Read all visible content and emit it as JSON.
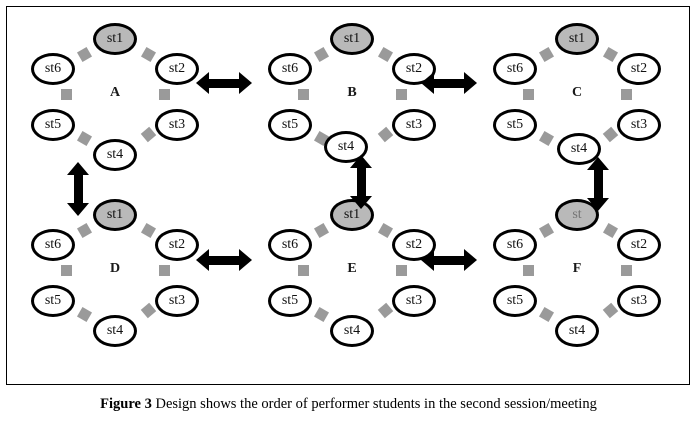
{
  "figure": {
    "caption_bold": "Figure 3",
    "caption_rest": " Design shows the order of performer students in the second session/meeting",
    "border_color": "#000000",
    "background": "#ffffff"
  },
  "colors": {
    "node_fill": "#ffffff",
    "node_shaded_fill": "#b9b9b9",
    "node_stroke": "#000000",
    "connector_gray": "#9a9a9a",
    "arrow_black": "#000000"
  },
  "groups": [
    {
      "id": "A",
      "label": "A",
      "nodes": [
        {
          "slot": "st1",
          "label": "st1",
          "shaded": true
        },
        {
          "slot": "st2",
          "label": "st2",
          "shaded": false
        },
        {
          "slot": "st3",
          "label": "st3",
          "shaded": false
        },
        {
          "slot": "st4",
          "label": "st4",
          "shaded": false
        },
        {
          "slot": "st5",
          "label": "st5",
          "shaded": false
        },
        {
          "slot": "st6",
          "label": "st6",
          "shaded": false
        }
      ]
    },
    {
      "id": "B",
      "label": "B",
      "nodes": [
        {
          "slot": "st1",
          "label": "st1",
          "shaded": true
        },
        {
          "slot": "st2",
          "label": "st2",
          "shaded": false
        },
        {
          "slot": "st3",
          "label": "st3",
          "shaded": false
        },
        {
          "slot": "st4",
          "label": "st4",
          "shaded": false
        },
        {
          "slot": "st5",
          "label": "st5",
          "shaded": false
        },
        {
          "slot": "st6",
          "label": "st6",
          "shaded": false
        }
      ]
    },
    {
      "id": "C",
      "label": "C",
      "nodes": [
        {
          "slot": "st1",
          "label": "st1",
          "shaded": true
        },
        {
          "slot": "st2",
          "label": "st2",
          "shaded": false
        },
        {
          "slot": "st3",
          "label": "st3",
          "shaded": false
        },
        {
          "slot": "st4",
          "label": "st4",
          "shaded": false
        },
        {
          "slot": "st5",
          "label": "st5",
          "shaded": false
        },
        {
          "slot": "st6",
          "label": "st6",
          "shaded": false
        }
      ]
    },
    {
      "id": "D",
      "label": "D",
      "nodes": [
        {
          "slot": "st1",
          "label": "st1",
          "shaded": true
        },
        {
          "slot": "st2",
          "label": "st2",
          "shaded": false
        },
        {
          "slot": "st3",
          "label": "st3",
          "shaded": false
        },
        {
          "slot": "st4",
          "label": "st4",
          "shaded": false
        },
        {
          "slot": "st5",
          "label": "st5",
          "shaded": false
        },
        {
          "slot": "st6",
          "label": "st6",
          "shaded": false
        }
      ]
    },
    {
      "id": "E",
      "label": "E",
      "nodes": [
        {
          "slot": "st1",
          "label": "st1",
          "shaded": true
        },
        {
          "slot": "st2",
          "label": "st2",
          "shaded": false
        },
        {
          "slot": "st3",
          "label": "st3",
          "shaded": false
        },
        {
          "slot": "st4",
          "label": "st4",
          "shaded": false
        },
        {
          "slot": "st5",
          "label": "st5",
          "shaded": false
        },
        {
          "slot": "st6",
          "label": "st6",
          "shaded": false
        }
      ]
    },
    {
      "id": "F",
      "label": "F",
      "nodes": [
        {
          "slot": "st1",
          "label": "st",
          "shaded": true
        },
        {
          "slot": "st2",
          "label": "st2",
          "shaded": false
        },
        {
          "slot": "st3",
          "label": "st3",
          "shaded": false
        },
        {
          "slot": "st4",
          "label": "st4",
          "shaded": false
        },
        {
          "slot": "st5",
          "label": "st5",
          "shaded": false
        },
        {
          "slot": "st6",
          "label": "st6",
          "shaded": false
        }
      ]
    }
  ],
  "connections": [
    {
      "name": "A-B",
      "orientation": "horizontal",
      "style": "double-headed"
    },
    {
      "name": "B-C",
      "orientation": "horizontal",
      "style": "double-headed"
    },
    {
      "name": "D-E",
      "orientation": "horizontal",
      "style": "double-headed"
    },
    {
      "name": "E-F",
      "orientation": "horizontal",
      "style": "double-headed"
    },
    {
      "name": "A-D",
      "orientation": "vertical",
      "style": "double-headed"
    },
    {
      "name": "B-E",
      "orientation": "vertical",
      "style": "double-headed"
    },
    {
      "name": "C-F",
      "orientation": "vertical",
      "style": "double-headed"
    }
  ]
}
